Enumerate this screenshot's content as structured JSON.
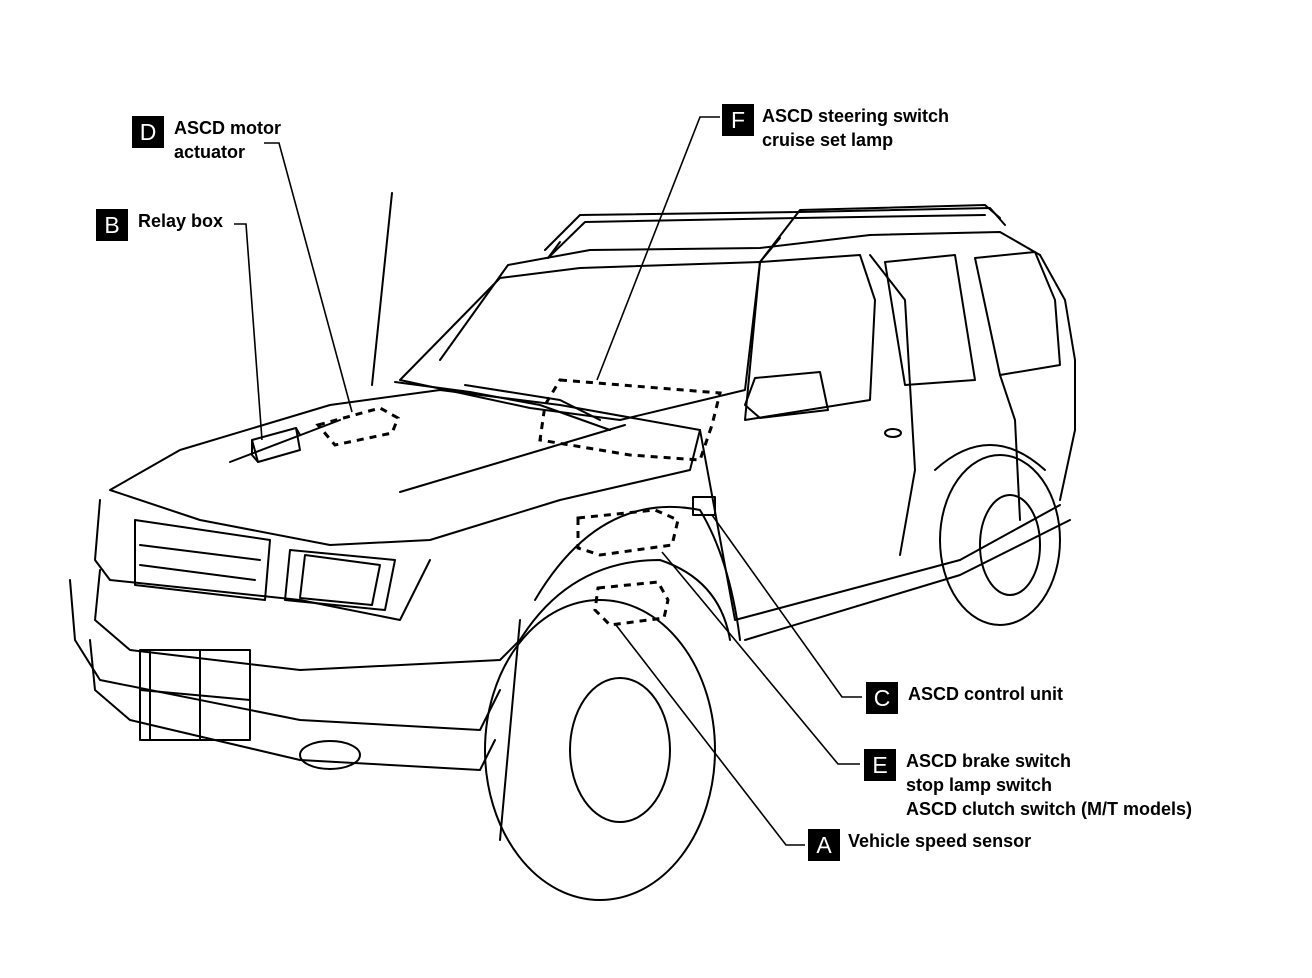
{
  "callouts": {
    "D": {
      "badge": "D",
      "lines": [
        "ASCD motor",
        "actuator"
      ]
    },
    "F": {
      "badge": "F",
      "lines": [
        "ASCD steering switch",
        "cruise set lamp"
      ]
    },
    "B": {
      "badge": "B",
      "lines": [
        "Relay box"
      ]
    },
    "C": {
      "badge": "C",
      "lines": [
        "ASCD control unit"
      ]
    },
    "E": {
      "badge": "E",
      "lines": [
        "ASCD brake switch",
        "stop lamp switch",
        "ASCD clutch switch (M/T models)"
      ]
    },
    "A": {
      "badge": "A",
      "lines": [
        "Vehicle speed sensor"
      ]
    }
  }
}
